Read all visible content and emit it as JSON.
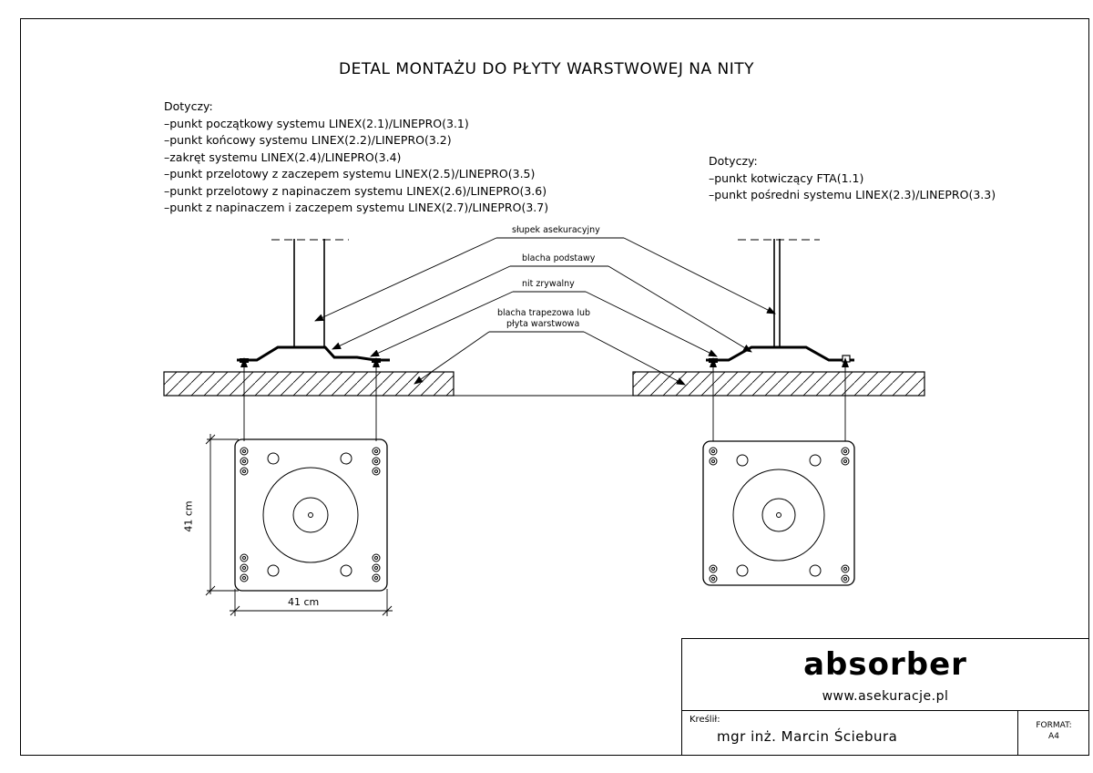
{
  "title": "DETAL MONTAŻU DO PŁYTY WARSTWOWEJ NA NITY",
  "notes_left": {
    "heading": "Dotyczy:",
    "items": [
      "–punkt początkowy systemu LINEX(2.1)/LINEPRO(3.1)",
      "–punkt końcowy systemu LINEX(2.2)/LINEPRO(3.2)",
      "–zakręt systemu LINEX(2.4)/LINEPRO(3.4)",
      "–punkt przelotowy z zaczepem systemu LINEX(2.5)/LINEPRO(3.5)",
      "–punkt przelotowy z napinaczem systemu LINEX(2.6)/LINEPRO(3.6)",
      "–punkt z napinaczem i zaczepem systemu LINEX(2.7)/LINEPRO(3.7)"
    ]
  },
  "notes_right": {
    "heading": "Dotyczy:",
    "items": [
      "–punkt kotwiczący FTA(1.1)",
      "–punkt pośredni systemu LINEX(2.3)/LINEPRO(3.3)"
    ]
  },
  "callouts": {
    "post": "słupek asekuracyjny",
    "base_plate": "blacha podstawy",
    "rivet": "nit zrywalny",
    "panel_line1": "blacha trapezowa lub",
    "panel_line2": "płyta warstwowa"
  },
  "dimensions": {
    "height": "41 cm",
    "width": "41 cm"
  },
  "title_block": {
    "brand": "absorber",
    "url": "www.asekuracje.pl",
    "drawn_by_label": "Kreślił:",
    "author": "mgr inż. Marcin Ściebura",
    "format_label": "FORMAT:",
    "format_value": "A4"
  }
}
